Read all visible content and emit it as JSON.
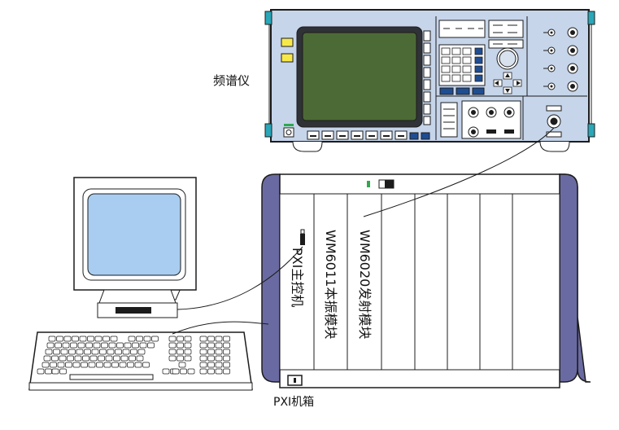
{
  "labels": {
    "spectrum_analyzer": "频谱仪",
    "pxi_chassis": "PXI机箱",
    "controller": "PXI主控机",
    "lo_module": "WM6011本振模块",
    "tx_module": "WM6020发射模块"
  },
  "colors": {
    "chassis_side": "#6a6aa2",
    "panel_blue": "#c6d5ea",
    "screen_dark": "#2f3236",
    "screen_green": "#4c6a35",
    "monitor_screen": "#a9cdf0",
    "analyzer_button": "#1f4d92",
    "yellow_button": "#f7e84a",
    "handle_teal": "#2aa7b8"
  }
}
